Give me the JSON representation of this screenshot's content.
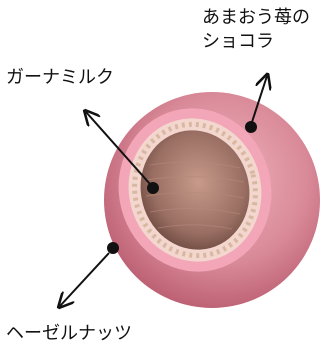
{
  "labels": {
    "ganache": "ガーナミルク",
    "amaou_line1": "あまおう苺の",
    "amaou_line2": "ショコラ",
    "hazelnut": "ヘーゼルナッツ"
  },
  "colors": {
    "outer_shell": "#d98a98",
    "outer_shell_dark": "#b85a6e",
    "pink_layer": "#f2a6b8",
    "cream_layer": "#f3d7cf",
    "inner_cavity": "#9a6f63",
    "inner_cavity_light": "#c79a8a",
    "arrow": "#111111",
    "marker": "#111111"
  },
  "icons": {
    "arrow": "arrow-icon",
    "marker": "dot-marker-icon"
  }
}
